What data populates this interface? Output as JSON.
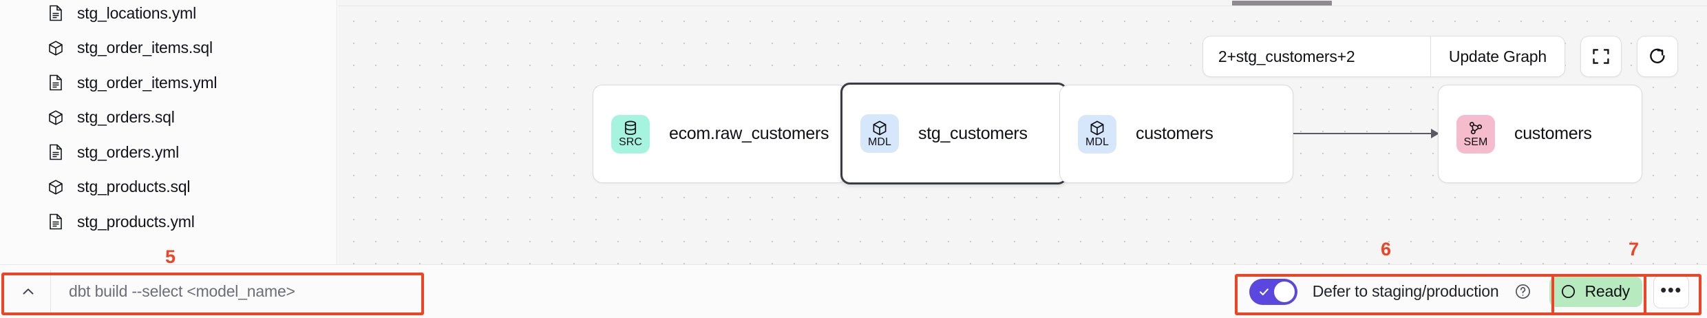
{
  "sidebar": {
    "files": [
      {
        "name": "stg_locations.yml",
        "icon": "yml-file-icon"
      },
      {
        "name": "stg_order_items.sql",
        "icon": "sql-model-icon"
      },
      {
        "name": "stg_order_items.yml",
        "icon": "yml-file-icon"
      },
      {
        "name": "stg_orders.sql",
        "icon": "sql-model-icon"
      },
      {
        "name": "stg_orders.yml",
        "icon": "yml-file-icon"
      },
      {
        "name": "stg_products.sql",
        "icon": "sql-model-icon"
      },
      {
        "name": "stg_products.yml",
        "icon": "yml-file-icon"
      }
    ]
  },
  "graph_toolbar": {
    "selector_value": "2+stg_customers+2",
    "selector_placeholder": "2+stg_customers+2",
    "update_label": "Update Graph",
    "fit_view_icon": "fullscreen-icon",
    "refresh_icon": "refresh-icon"
  },
  "lineage": {
    "nodes": [
      {
        "badge": "SRC",
        "label": "ecom.raw_customers",
        "icon": "database-icon",
        "selected": false
      },
      {
        "badge": "MDL",
        "label": "stg_customers",
        "icon": "cube-icon",
        "selected": true
      },
      {
        "badge": "MDL",
        "label": "customers",
        "icon": "cube-icon",
        "selected": false
      },
      {
        "badge": "SEM",
        "label": "customers",
        "icon": "network-icon",
        "selected": false
      }
    ]
  },
  "command_bar": {
    "expand_icon": "chevron-up-icon",
    "placeholder": "dbt build --select <model_name>",
    "value": ""
  },
  "status_bar": {
    "defer_label": "Defer to staging/production",
    "defer_enabled": true,
    "help_icon": "help-circle-icon",
    "status_label": "Ready",
    "status_icon": "circle-outline-icon",
    "more_label": "•••"
  },
  "annotations": [
    {
      "number": "5"
    },
    {
      "number": "6"
    },
    {
      "number": "7"
    }
  ],
  "colors": {
    "src_badge": "#a6f4e0",
    "mdl_badge": "#d6e6fb",
    "sem_badge": "#f5bccd",
    "toggle_on": "#5b47e0",
    "ready_bg": "#b7eabf",
    "annotation": "#ef4424"
  }
}
